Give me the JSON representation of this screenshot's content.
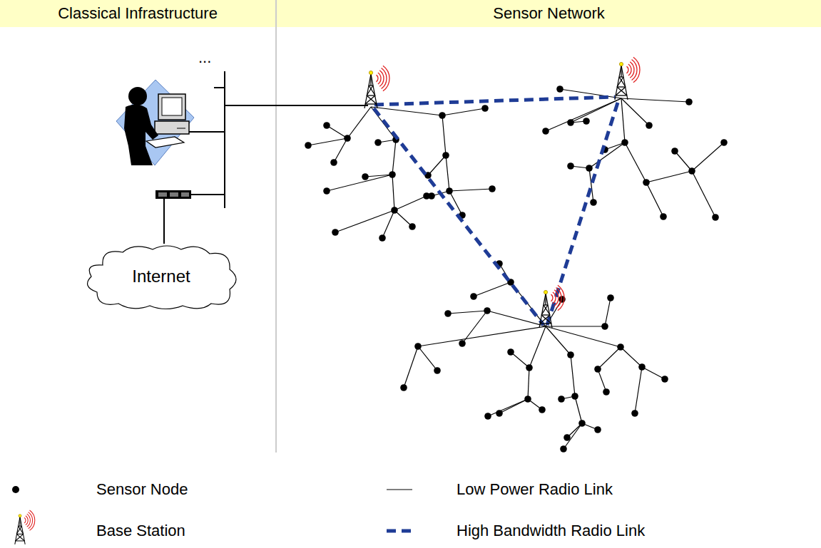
{
  "diagram": {
    "nodes": [
      {
        "text": [
          "Classical Infrastructure"
        ]
      },
      {
        "text": [
          "Sensor Network"
        ]
      },
      {
        "text": [
          "Internet"
        ]
      }
    ],
    "labels": [
      "..."
    ],
    "legend": [
      {
        "text": "Sensor Node"
      },
      {
        "text": "Low Power Radio Link"
      },
      {
        "text": "Base Station"
      },
      {
        "text": "High Bandwidth Radio Link"
      }
    ]
  }
}
